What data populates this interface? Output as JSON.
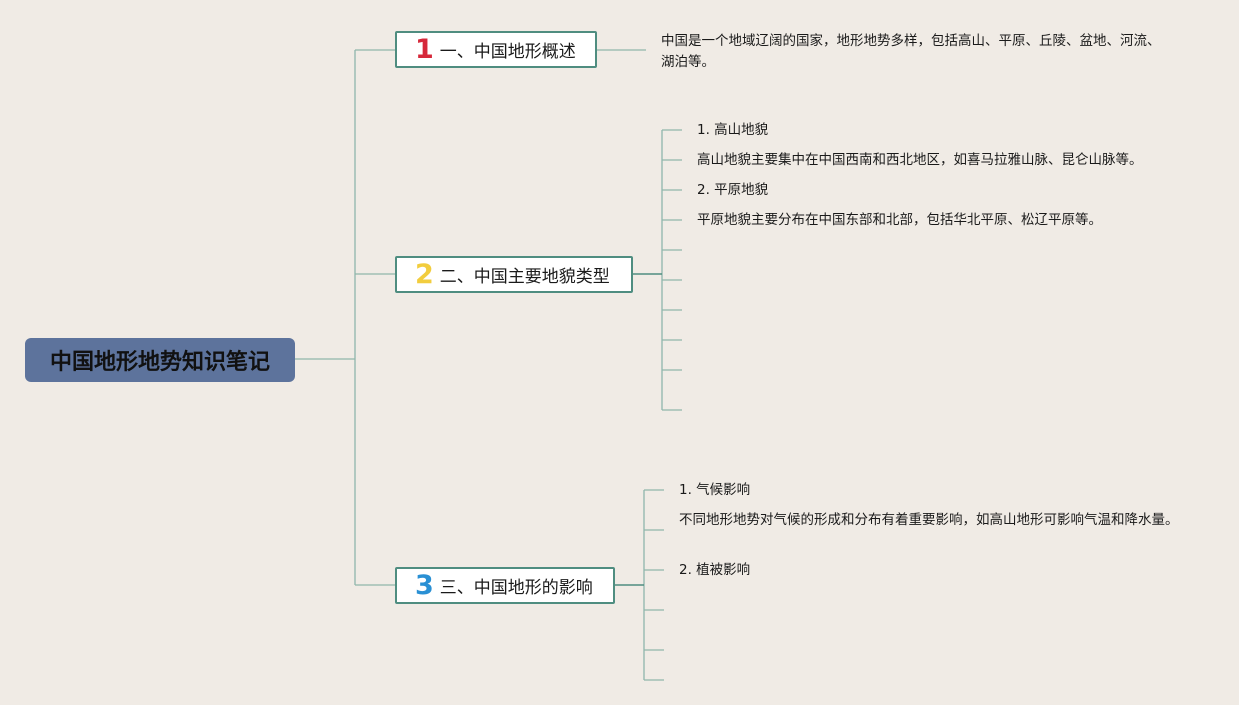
{
  "root": {
    "label": "中国地形地势知识笔记"
  },
  "branches": [
    {
      "num": "1",
      "label": "一、中国地形概述",
      "num_color": "#d6283a",
      "desc": "中国是一个地域辽阔的国家，地形地势多样，包括高山、平原、丘陵、盆地、河流、湖泊等。"
    },
    {
      "num": "2",
      "label": "二、中国主要地貌类型",
      "num_color": "#f2cd3e",
      "items": [
        "1. 高山地貌",
        "高山地貌主要集中在中国西南和西北地区，如喜马拉雅山脉、昆仑山脉等。",
        "2. 平原地貌",
        "平原地貌主要分布在中国东部和北部，包括华北平原、松辽平原等。"
      ]
    },
    {
      "num": "3",
      "label": "三、中国地形的影响",
      "num_color": "#2a90d4",
      "items": [
        "1. 气候影响",
        "不同地形地势对气候的形成和分布有着重要影响，如高山地形可影响气温和降水量。",
        "2. 植被影响"
      ]
    }
  ],
  "colors": {
    "connector": "#4f8d80",
    "leaf_line": "#8fb6ab",
    "background": "#f0ebe5",
    "root_fill": "#5d739c"
  }
}
